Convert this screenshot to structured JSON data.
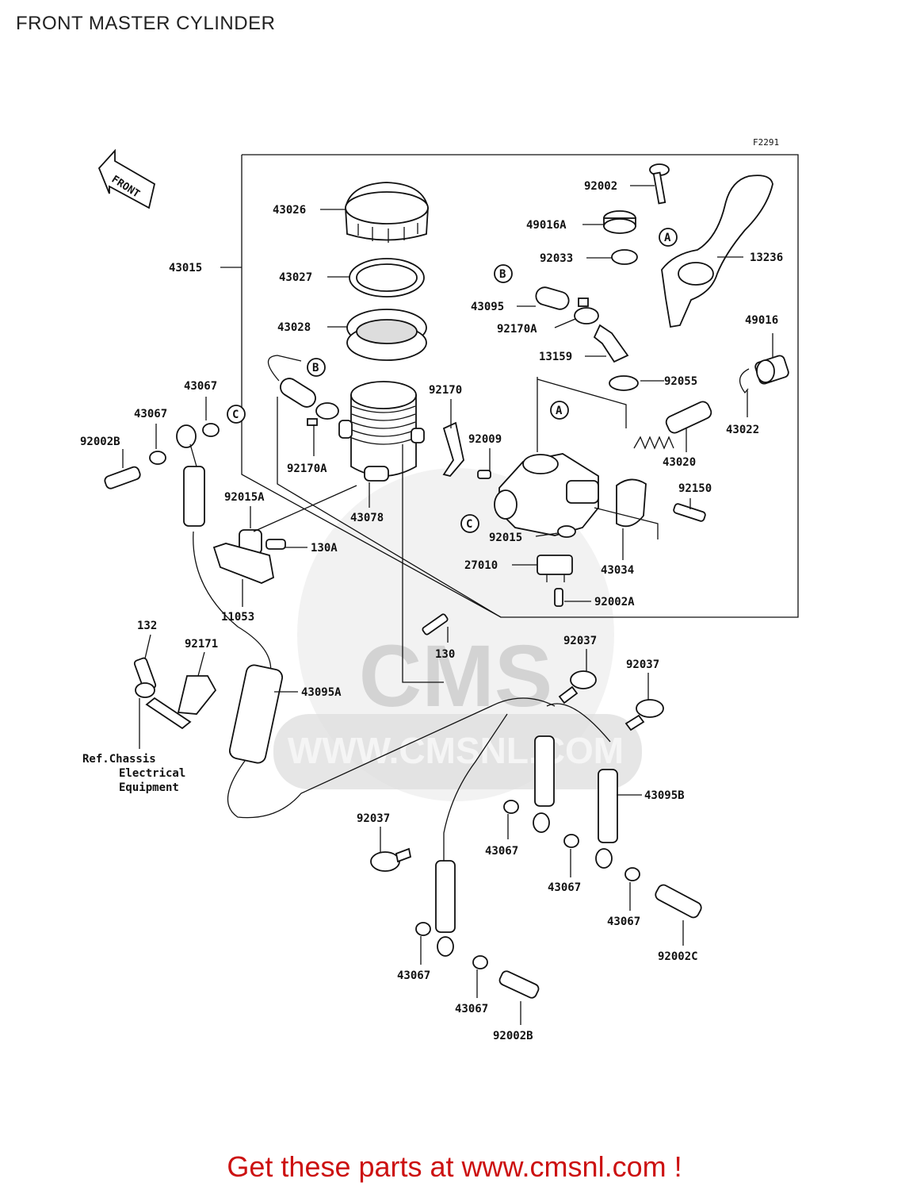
{
  "title": "FRONT MASTER CYLINDER",
  "figure_code": "F2291",
  "front_arrow_label": "FRONT",
  "watermark": {
    "brand": "CMS",
    "url": "WWW.CMSNL.COM"
  },
  "reference_note": [
    "Ref.Chassis",
    "Electrical",
    "Equipment"
  ],
  "circle_markers": [
    "A",
    "B",
    "C"
  ],
  "part_labels": [
    "92002",
    "49016A",
    "92033",
    "13236",
    "43026",
    "43015",
    "43027",
    "43095",
    "92170A",
    "43028",
    "13159",
    "49016",
    "92055",
    "43067",
    "43067",
    "92002B",
    "92170",
    "92009",
    "92170A",
    "43022",
    "43020",
    "92015A",
    "43078",
    "92150",
    "92015",
    "130A",
    "27010",
    "43034",
    "11053",
    "92002A",
    "132",
    "92171",
    "130",
    "92037",
    "92037",
    "43095A",
    "43095B",
    "92037",
    "43067",
    "43067",
    "43067",
    "92002C",
    "43067",
    "43067",
    "92002B"
  ],
  "footer": "Get these parts at www.cmsnl.com !"
}
